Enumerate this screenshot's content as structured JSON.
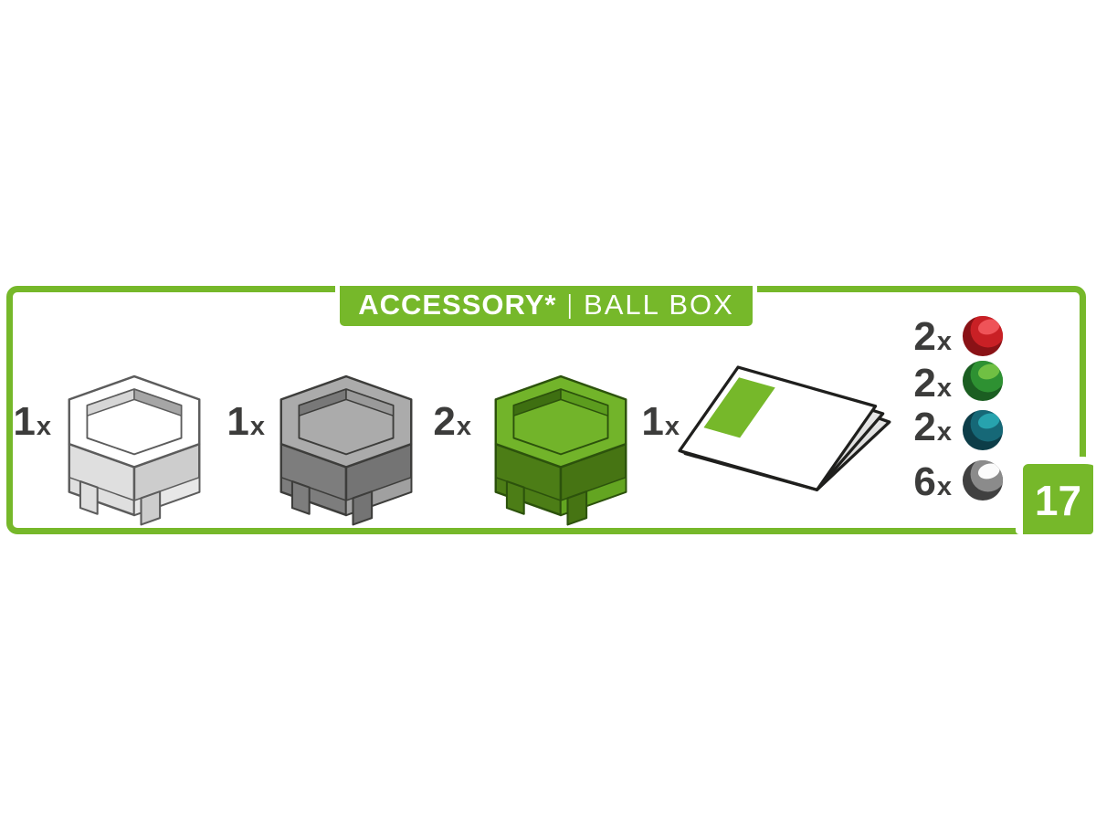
{
  "header": {
    "category": "ACCESSORY*",
    "separator": "|",
    "product": "BALL BOX"
  },
  "tab": {
    "number": "17"
  },
  "items": [
    {
      "count": "1",
      "times": "x"
    },
    {
      "count": "1",
      "times": "x"
    },
    {
      "count": "2",
      "times": "x"
    },
    {
      "count": "1",
      "times": "x"
    }
  ],
  "balls": [
    {
      "count": "2",
      "times": "x"
    },
    {
      "count": "2",
      "times": "x"
    },
    {
      "count": "2",
      "times": "x"
    },
    {
      "count": "6",
      "times": "x"
    }
  ],
  "colors": {
    "brand_green": "#76b82a",
    "label": "#3c3c3b",
    "paper_outline": "#1f1f1d",
    "paper_sheet": "#ffffff",
    "paper_shade": "#c3c3c3",
    "boxes": {
      "white": {
        "stroke": "#5c5c5c",
        "top": "#ffffff",
        "wall_left": "#d6d6d6",
        "wall_right": "#a6a6a6",
        "side_left": "#dfdfdf",
        "side_right": "#cdcdcd",
        "ledge": "#e7e7e7"
      },
      "gray": {
        "stroke": "#3d3d3b",
        "top": "#ababab",
        "wall_left": "#787878",
        "wall_right": "#9a9a9a",
        "side_left": "#7d7d7d",
        "side_right": "#747474",
        "ledge": "#a0a0a0"
      },
      "green": {
        "stroke": "#2c520c",
        "top": "#72b42a",
        "wall_left": "#3e6f11",
        "wall_right": "#5c9c1e",
        "side_left": "#4c7d16",
        "side_right": "#467413",
        "ledge": "#63a521"
      }
    },
    "ball_colors": {
      "red": {
        "dark": "#8a1216",
        "mid": "#c92025",
        "light": "#ef5358"
      },
      "green": {
        "dark": "#1b5e21",
        "mid": "#2e9132",
        "light": "#70c043"
      },
      "teal": {
        "dark": "#0d3d48",
        "mid": "#166877",
        "light": "#27a3ae"
      },
      "silver": {
        "dark": "#404040",
        "mid": "#8b8b8b",
        "light": "#fbfbfb"
      }
    }
  }
}
